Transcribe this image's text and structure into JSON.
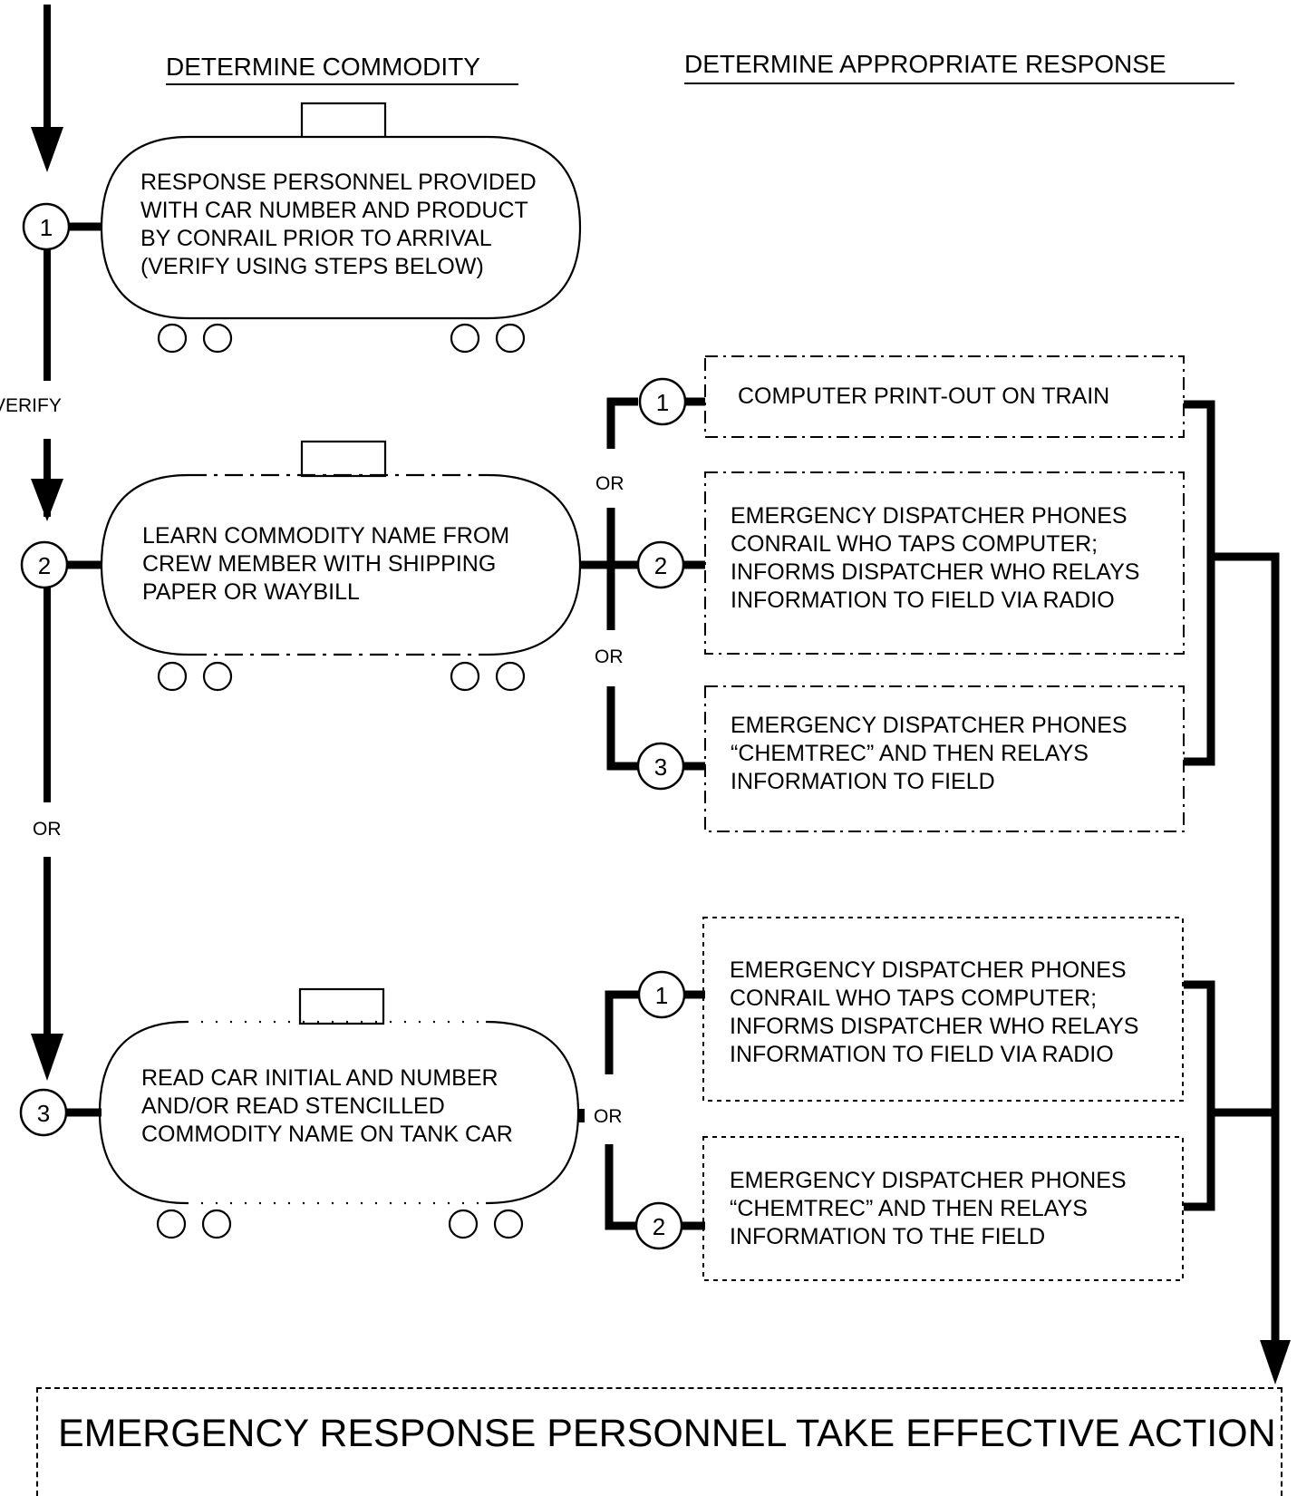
{
  "headers": {
    "left": "DETERMINE COMMODITY",
    "right": "DETERMINE APPROPRIATE RESPONSE"
  },
  "steps": [
    {
      "number": "1",
      "lines": [
        "RESPONSE PERSONNEL PROVIDED",
        "WITH CAR NUMBER AND PRODUCT",
        "BY CONRAIL PRIOR TO ARRIVAL",
        "(VERIFY USING STEPS BELOW)"
      ]
    },
    {
      "number": "2",
      "lines": [
        "LEARN COMMODITY NAME FROM",
        "CREW MEMBER WITH SHIPPING",
        "PAPER OR WAYBILL"
      ]
    },
    {
      "number": "3",
      "lines": [
        "READ CAR INITIAL AND NUMBER",
        "AND/OR READ STENCILLED",
        "COMMODITY NAME ON TANK CAR"
      ]
    }
  ],
  "labels": {
    "verify": "VERIFY",
    "or_main": "OR",
    "or_a": "OR",
    "or_b": "OR",
    "or_c": "OR"
  },
  "responses_group_a": [
    {
      "number": "1",
      "lines": [
        "COMPUTER PRINT-OUT ON TRAIN"
      ]
    },
    {
      "number": "2",
      "lines": [
        "EMERGENCY DISPATCHER PHONES",
        "CONRAIL WHO TAPS COMPUTER;",
        "INFORMS DISPATCHER WHO RELAYS",
        "INFORMATION TO FIELD VIA RADIO"
      ]
    },
    {
      "number": "3",
      "lines": [
        "EMERGENCY DISPATCHER PHONES",
        "“CHEMTREC” AND THEN RELAYS",
        "INFORMATION TO FIELD"
      ]
    }
  ],
  "responses_group_b": [
    {
      "number": "1",
      "lines": [
        "EMERGENCY DISPATCHER PHONES",
        "CONRAIL WHO TAPS COMPUTER;",
        "INFORMS DISPATCHER WHO RELAYS",
        "INFORMATION TO FIELD VIA RADIO"
      ]
    },
    {
      "number": "2",
      "lines": [
        "EMERGENCY DISPATCHER PHONES",
        "“CHEMTREC” AND THEN RELAYS",
        "INFORMATION TO THE FIELD"
      ]
    }
  ],
  "final": "EMERGENCY RESPONSE PERSONNEL TAKE EFFECTIVE ACTION"
}
